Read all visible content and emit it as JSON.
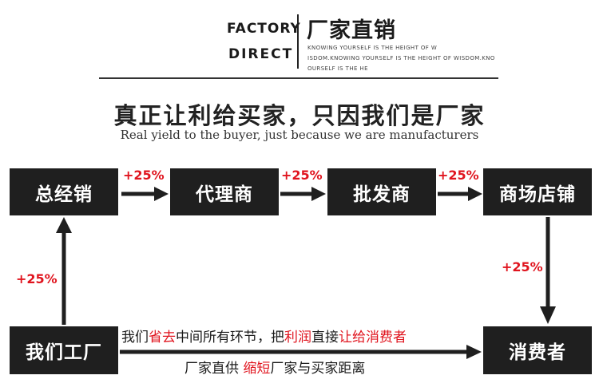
{
  "header": {
    "factory": "FACTORY",
    "direct": "DIRECT",
    "title": "厂家直销",
    "tagline_1": "KNOWING YOURSELF IS THE HEIGHT OF W",
    "tagline_2": "ISDOM.KNOWING YOURSELF IS THE HEIGHT OF WISDOM.KNO",
    "tagline_3": "OURSELF IS THE HE"
  },
  "main_title": "真正让利给买家，只因我们是厂家",
  "sub_title": "Real yield to the buyer, just because we are manufacturers",
  "boxes": {
    "general_distributor": "总经销",
    "agent": "代理商",
    "wholesaler": "批发商",
    "store": "商场店铺",
    "our_factory": "我们工厂",
    "consumer": "消费者"
  },
  "markups": [
    "+25%",
    "+25%",
    "+25%",
    "+25%",
    "+25%"
  ],
  "direct_line": {
    "p1": "我们",
    "p2": "省去",
    "p3": "中间所有环节，把",
    "p4": "利润",
    "p5": "直接",
    "p6": "让给消费者"
  },
  "direct_line2": {
    "p1": "厂家直供 ",
    "p2": "缩短",
    "p3": "厂家与买家距离"
  },
  "colors": {
    "accent_red": "#e0141e",
    "box_black": "#1f1f1f"
  }
}
